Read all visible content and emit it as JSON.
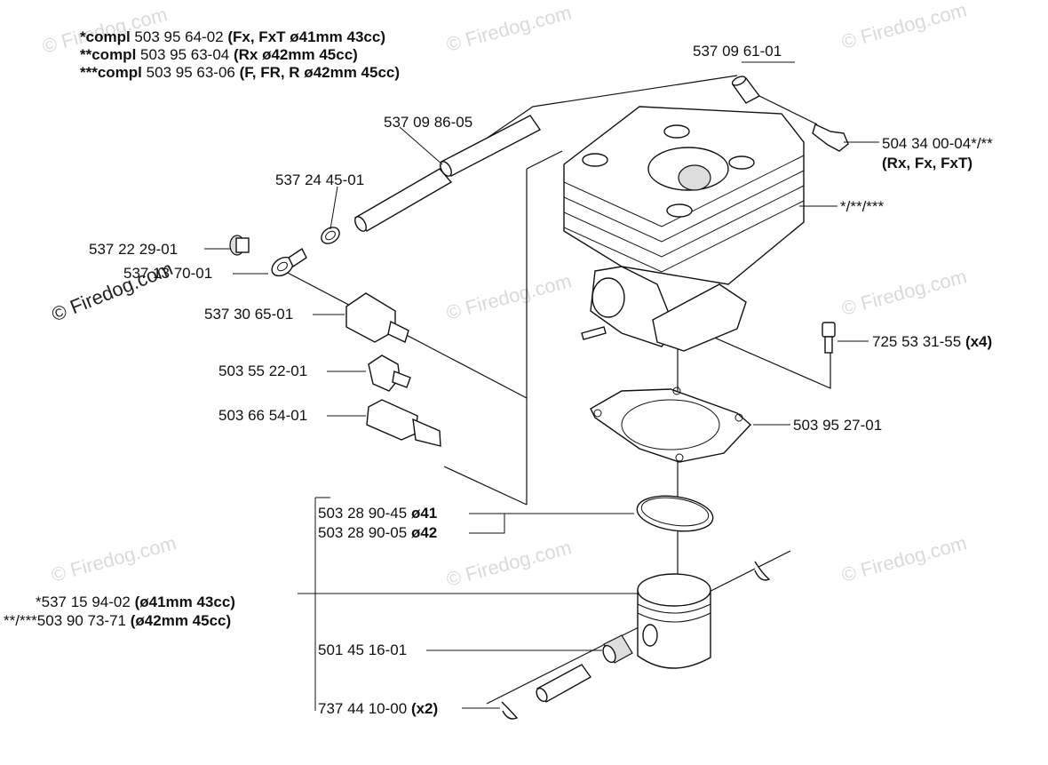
{
  "watermark": {
    "text": "© Firedog.com"
  },
  "header": {
    "lines": [
      {
        "prefix": "*compl",
        "number": "503 95 64-02",
        "note": "(Fx, FxT ø41mm 43cc)"
      },
      {
        "prefix": "**compl",
        "number": "503 95 63-04",
        "note": "(Rx ø42mm 45cc)"
      },
      {
        "prefix": "***compl",
        "number": "503 95 63-06",
        "note": "(F, FR, R ø42mm 45cc)"
      }
    ]
  },
  "parts": {
    "hose_connector": "537 09 61-01",
    "hose": "537 09 86-05",
    "clip": "537 24 45-01",
    "plug": "537 22 29-01",
    "washer": "537 13 70-01",
    "adapter": "537 30 65-01",
    "nut": "503 55 22-01",
    "valve": "503 66 54-01",
    "elbow": "504 34 00-04*/**",
    "elbow_note": "(Rx, Fx, FxT)",
    "cylinder": "*/**/***",
    "screw": "725 53 31-55",
    "screw_qty": "(x4)",
    "gasket": "503 95 27-01",
    "ring_a": "503 28 90-45",
    "ring_a_size": "ø41",
    "ring_b": "503 28 90-05",
    "ring_b_size": "ø42",
    "piston_a": "*537 15 94-02",
    "piston_a_note": "(ø41mm 43cc)",
    "piston_b": "**/***503 90 73-71",
    "piston_b_note": "(ø42mm 45cc)",
    "bearing": "501 45 16-01",
    "circlip": "737 44 10-00",
    "circlip_qty": "(x2)"
  }
}
